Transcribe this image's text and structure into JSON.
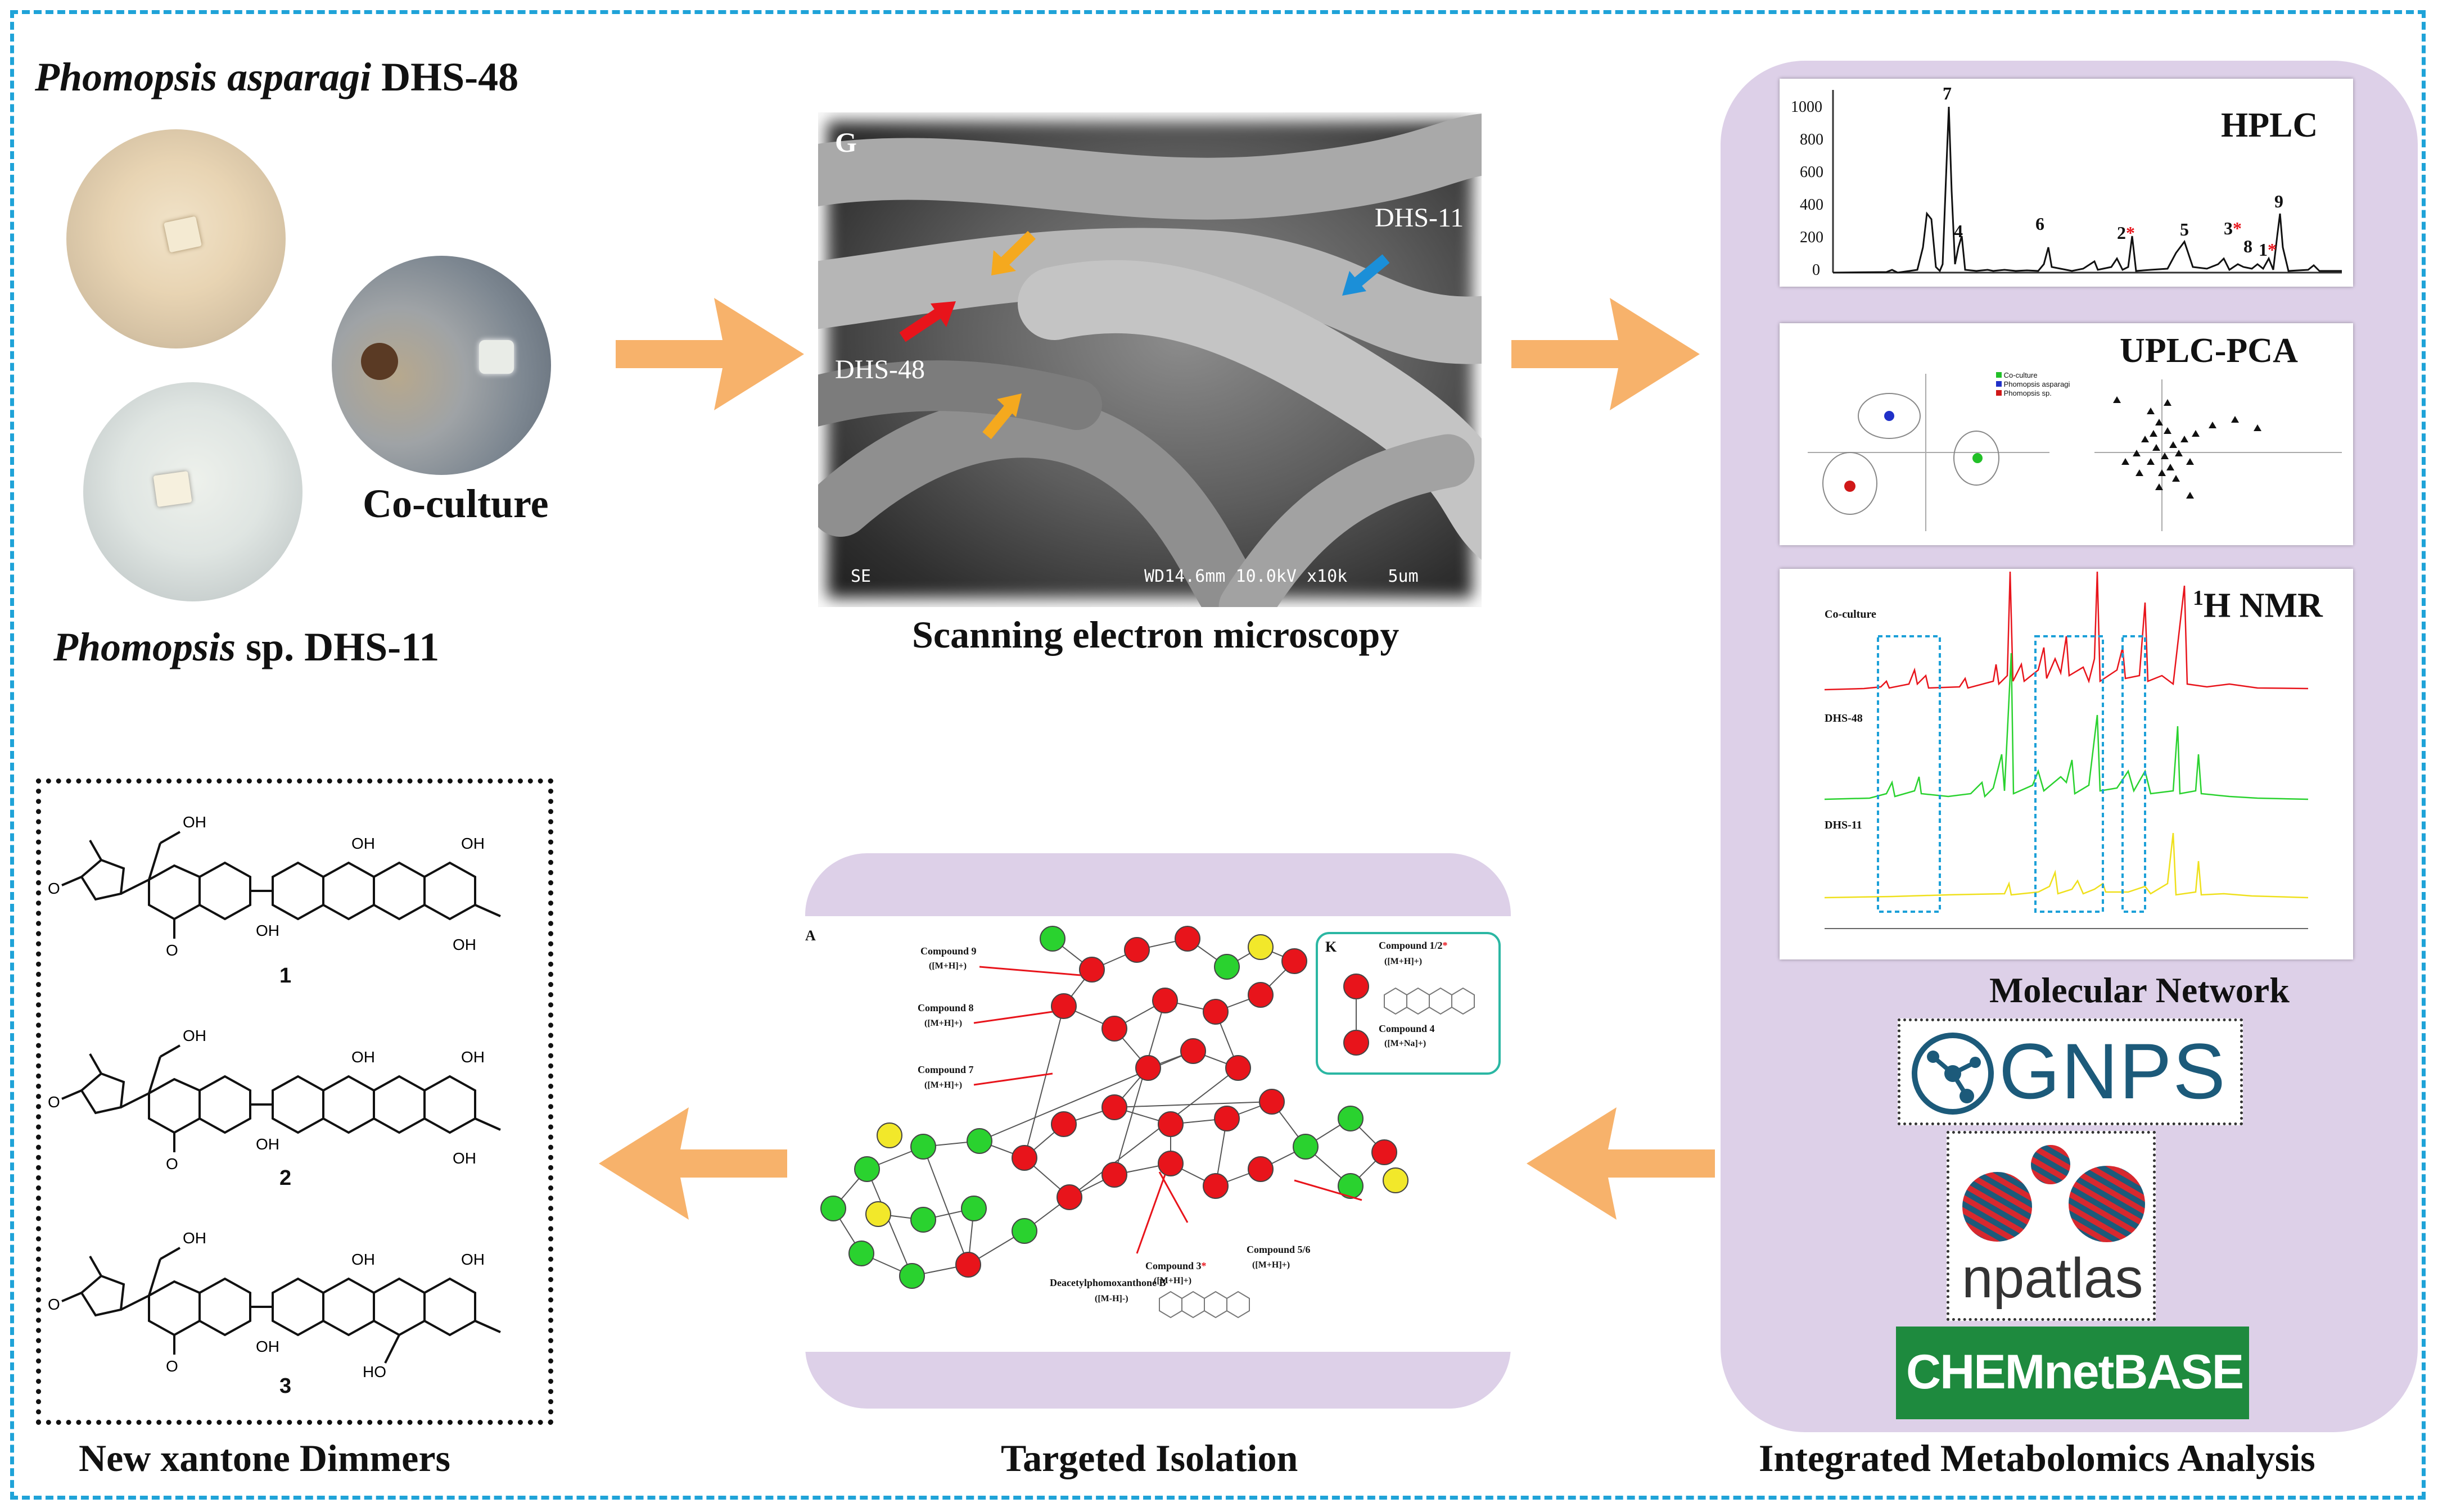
{
  "organisms": {
    "dhs48_italic": "Phomopsis asparagi",
    "dhs48_rest": "DHS-48",
    "dhs11_italic": "Phomopsis",
    "dhs11_rest": "sp. DHS-11",
    "coculture": "Co-culture"
  },
  "sem": {
    "panel_letter": "G",
    "label_left": "DHS-48",
    "label_right": "DHS-11",
    "footer_left": "SE",
    "footer_right": "WD14.6mm 10.0kV x10k    5um",
    "caption": "Scanning electron microscopy"
  },
  "metabolomics": {
    "hplc_title": "HPLC",
    "hplc_yticks": [
      "1000",
      "800",
      "600",
      "400",
      "200",
      "0"
    ],
    "hplc_peaks": [
      "7",
      "4",
      "6",
      "2",
      "5",
      "3",
      "8",
      "1",
      "9"
    ],
    "pca_title": "UPLC-PCA",
    "pca_legend": [
      "Co-culture",
      "Phomopsis asparagi",
      "Phomopsis sp."
    ],
    "nmr_title_sup": "1",
    "nmr_title": "H NMR",
    "nmr_tracks": [
      "Co-culture",
      "DHS-48",
      "DHS-11"
    ],
    "network_title": "Molecular Network",
    "caption": "Integrated Metabolomics Analysis",
    "logo_gnps": "GNPS",
    "logo_npatlas": "npatlas",
    "logo_chem": "CHEMnetBASE"
  },
  "isolation": {
    "panel_letter": "A",
    "inset_letter": "K",
    "compound9": "Compound 9",
    "compound9_ion": "([M+H]+)",
    "compound8": "Compound 8",
    "compound8_ion": "([M+H]+)",
    "compound7": "Compound 7",
    "compound7_ion": "([M+H]+)",
    "compound3": "Compound 3",
    "compound3_ion": "([M+H]+)",
    "compound56": "Compound 5/6",
    "compound56_ion": "([M+H]+)",
    "deacetyl": "Deacetylphomoxanthone B",
    "deacetyl_ion": "([M-H]-)",
    "inset_c12": "Compound 1/2",
    "inset_c12_ion": "([M+H]+)",
    "inset_c4": "Compound 4",
    "inset_c4_ion": "([M+Na]+)",
    "caption": "Targeted Isolation"
  },
  "structures": {
    "c1": "1",
    "c2": "2",
    "c3": "3",
    "caption": "New xantone Dimmers"
  },
  "colors": {
    "frame": "#1fa3d8",
    "arrow": "#f7b26b",
    "panel_bg": "#ddd0e8",
    "node_red": "#e8141b",
    "node_green": "#2ad22f",
    "node_yellow": "#f2e82a",
    "gnps": "#1c5a7a",
    "chem_bg": "#1e8a3e"
  }
}
